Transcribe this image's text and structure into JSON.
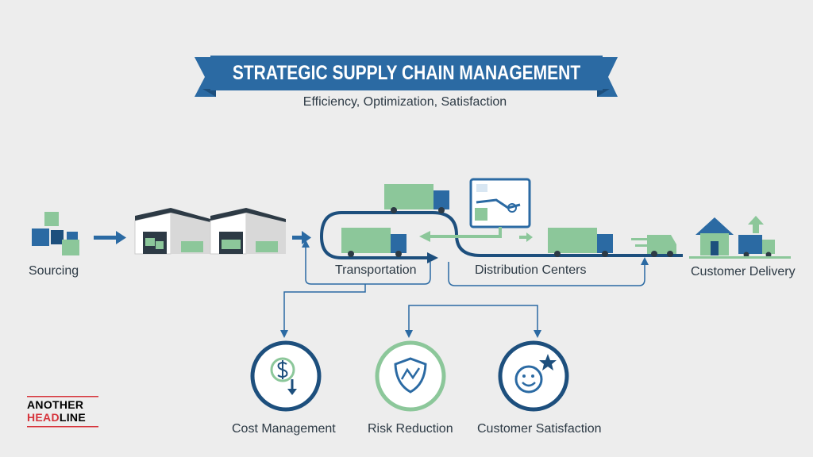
{
  "header": {
    "title": "STRATEGIC SUPPLY CHAIN MANAGEMENT",
    "subtitle": "Efficiency, Optimization, Satisfaction"
  },
  "stages": {
    "sourcing": "Sourcing",
    "transportation": "Transportation",
    "distribution": "Distribution Centers",
    "delivery": "Customer Delivery"
  },
  "outcomes": {
    "cost": "Cost Management",
    "risk": "Risk Reduction",
    "satisfaction": "Customer Satisfaction"
  },
  "logo": {
    "line1": "ANOTHER",
    "line2_red": "HEAD",
    "line2_rest": "LINE"
  },
  "colors": {
    "blue": "#2b6aa3",
    "dark_blue": "#1d4f7d",
    "green": "#8cc79a",
    "background": "#ededed"
  }
}
